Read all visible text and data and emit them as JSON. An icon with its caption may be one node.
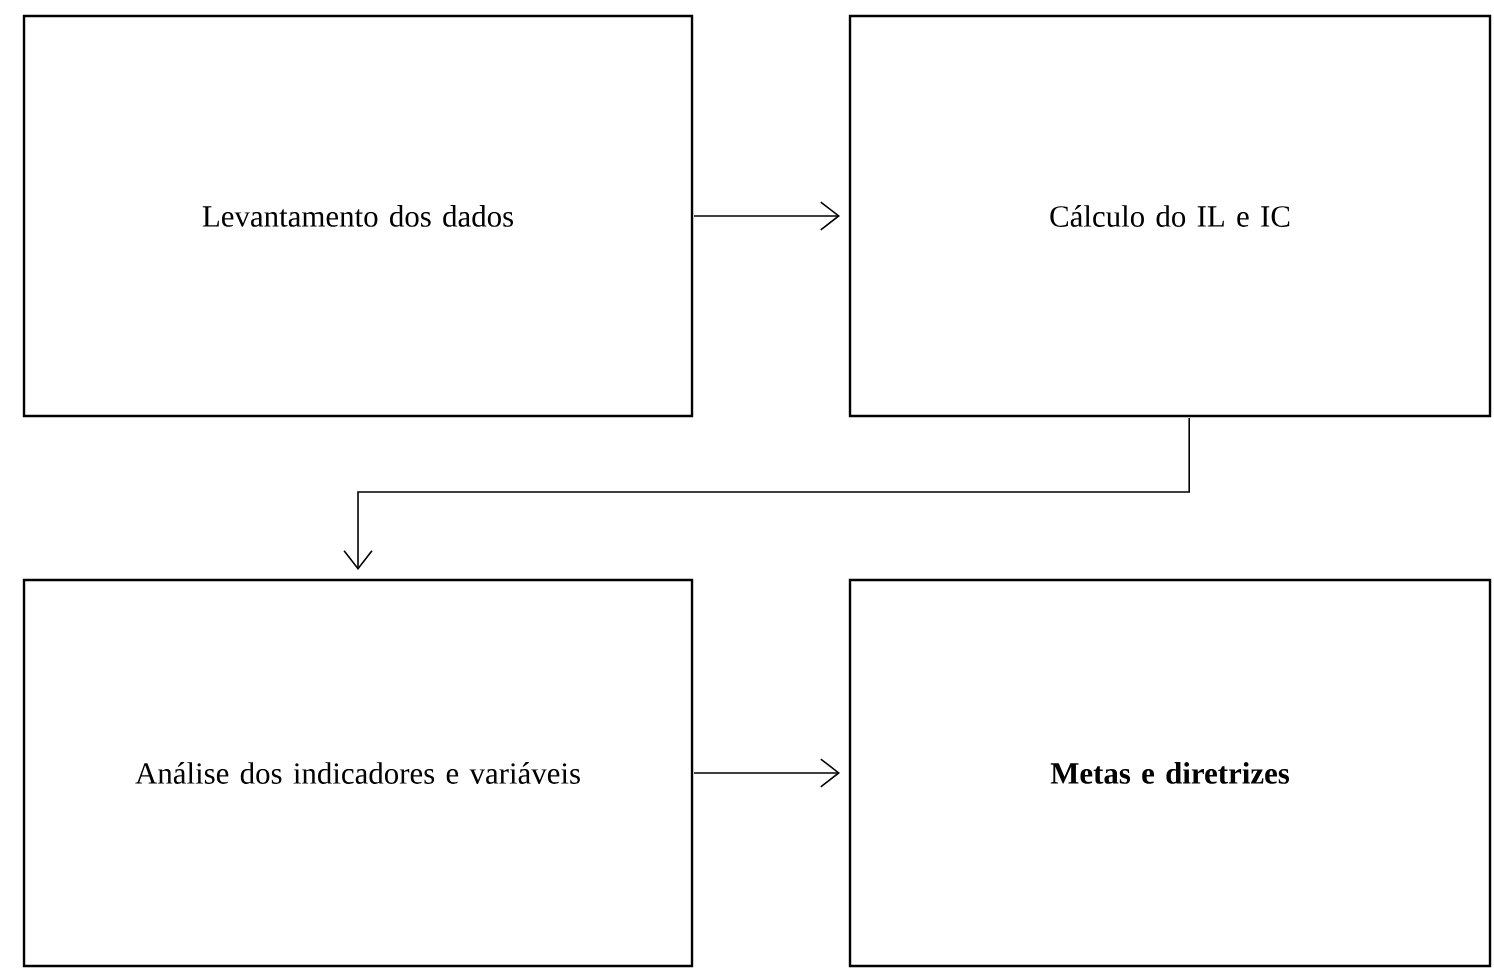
{
  "diagram": {
    "nodes": [
      {
        "text": [
          "Levantamento dos dados"
        ]
      },
      {
        "text": [
          "Cálculo do IL e IC"
        ]
      },
      {
        "text": [
          "Análise dos indicadores e variáveis"
        ]
      },
      {
        "text": [
          "Metas e diretrizes"
        ]
      }
    ],
    "edges": [
      {
        "from": 0,
        "to": 1,
        "arrow": "to"
      },
      {
        "from": 1,
        "to": 2,
        "arrow": "to"
      },
      {
        "from": 2,
        "to": 3,
        "arrow": "to"
      }
    ]
  }
}
